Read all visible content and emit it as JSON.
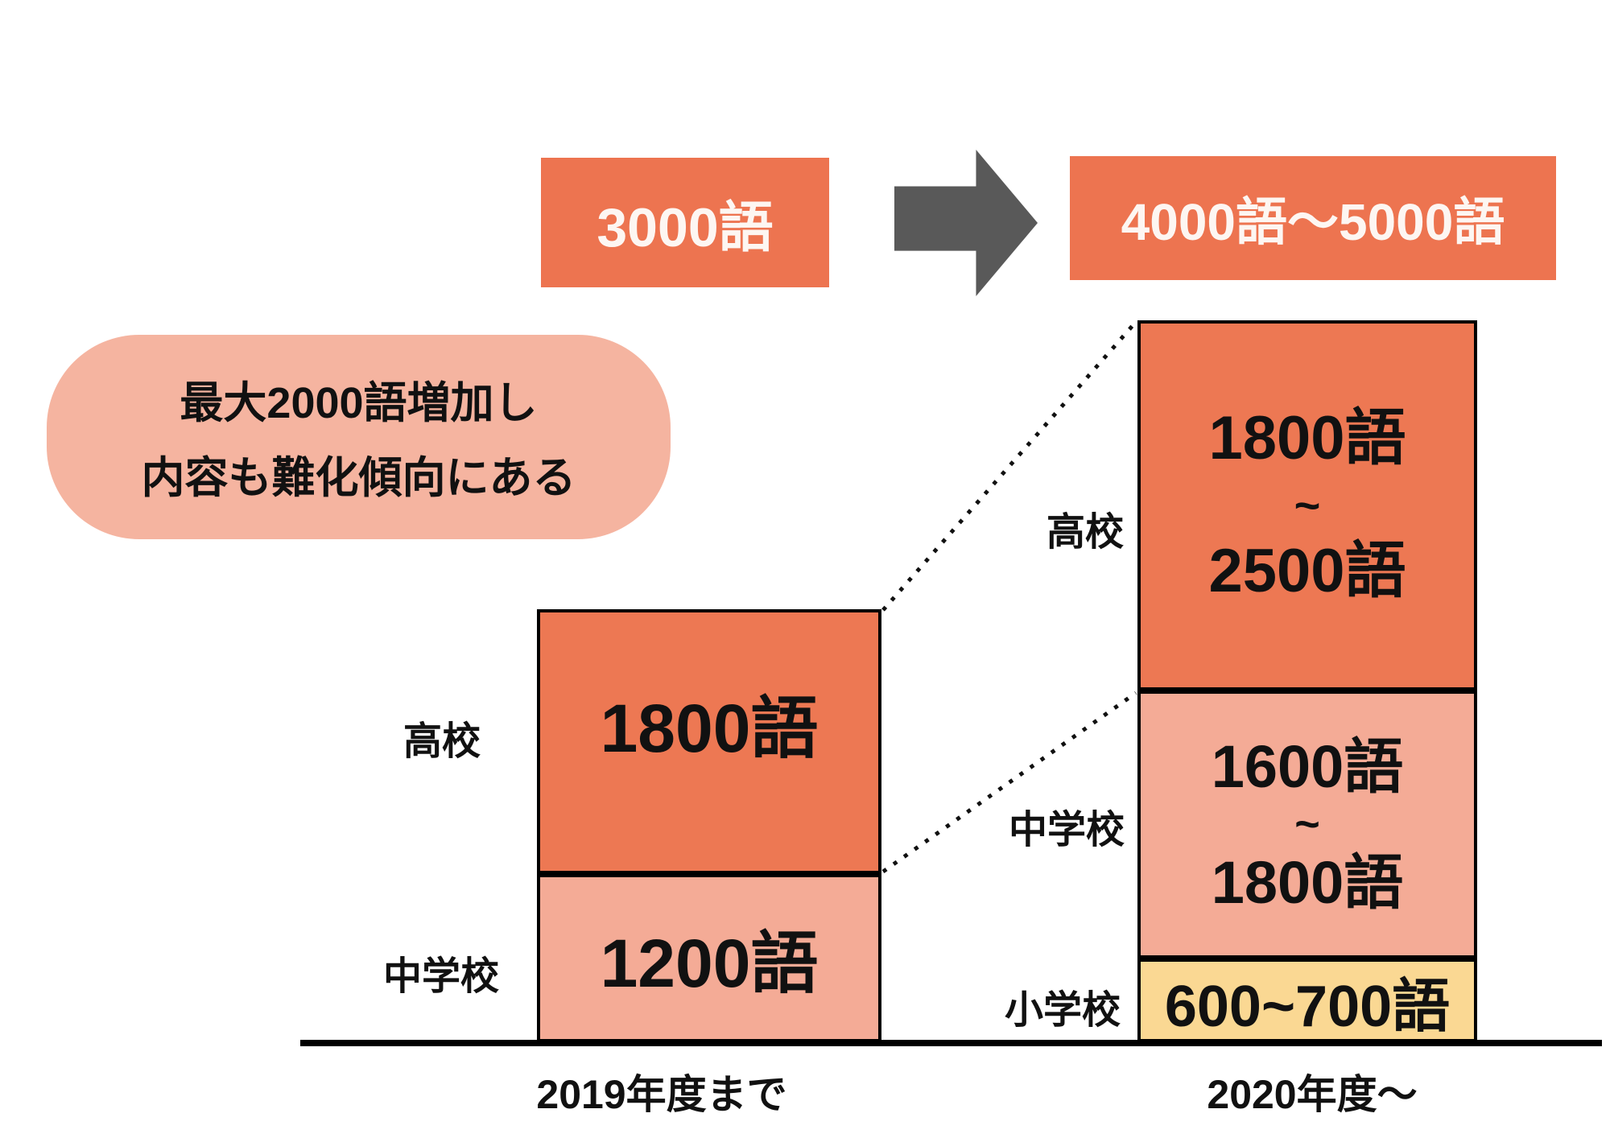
{
  "header": {
    "before_total": "3000語",
    "after_total": "4000語〜5000語"
  },
  "callout": {
    "line1": "最大2000語増加し",
    "line2": "内容も難化傾向にある"
  },
  "bars": {
    "before": {
      "axis_label": "2019年度まで",
      "segments": [
        {
          "label": "高校",
          "value": "1800語"
        },
        {
          "label": "中学校",
          "value": "1200語"
        }
      ]
    },
    "after": {
      "axis_label": "2020年度〜",
      "segments": [
        {
          "label": "高校",
          "lines": [
            "1800語",
            "~",
            "2500語"
          ]
        },
        {
          "label": "中学校",
          "lines": [
            "1600語",
            "~",
            "1800語"
          ]
        },
        {
          "label": "小学校",
          "lines": [
            "600~700語"
          ]
        }
      ]
    }
  },
  "colors": {
    "dark_orange": "#ED7853",
    "light_salmon": "#F4AB96",
    "callout_pink": "#F5B4A0",
    "yellow": "#FAD893",
    "arrow_gray": "#595959",
    "line_black": "#000000"
  },
  "chart_data": {
    "type": "bar",
    "subtype": "stacked-column-comparison",
    "categories": [
      "2019年度まで",
      "2020年度〜"
    ],
    "series": [
      {
        "name": "小学校",
        "values": [
          0,
          650
        ],
        "value_ranges": [
          null,
          [
            600,
            700
          ]
        ],
        "value_labels": [
          "",
          "600~700語"
        ],
        "color": "#FAD893"
      },
      {
        "name": "中学校",
        "values": [
          1200,
          1700
        ],
        "value_ranges": [
          [
            1200,
            1200
          ],
          [
            1600,
            1800
          ]
        ],
        "value_labels": [
          "1200語",
          "1600語~1800語"
        ],
        "color": "#F4AB96"
      },
      {
        "name": "高校",
        "values": [
          1800,
          2150
        ],
        "value_ranges": [
          [
            1800,
            1800
          ],
          [
            1800,
            2500
          ]
        ],
        "value_labels": [
          "1800語",
          "1800語~2500語"
        ],
        "color": "#ED7853"
      }
    ],
    "totals": {
      "before": "3000語",
      "after": "4000語〜5000語"
    },
    "annotation": "最大2000語増加し内容も難化傾向にある",
    "legend_position": "none",
    "grid": false,
    "unit": "語 (words)"
  }
}
